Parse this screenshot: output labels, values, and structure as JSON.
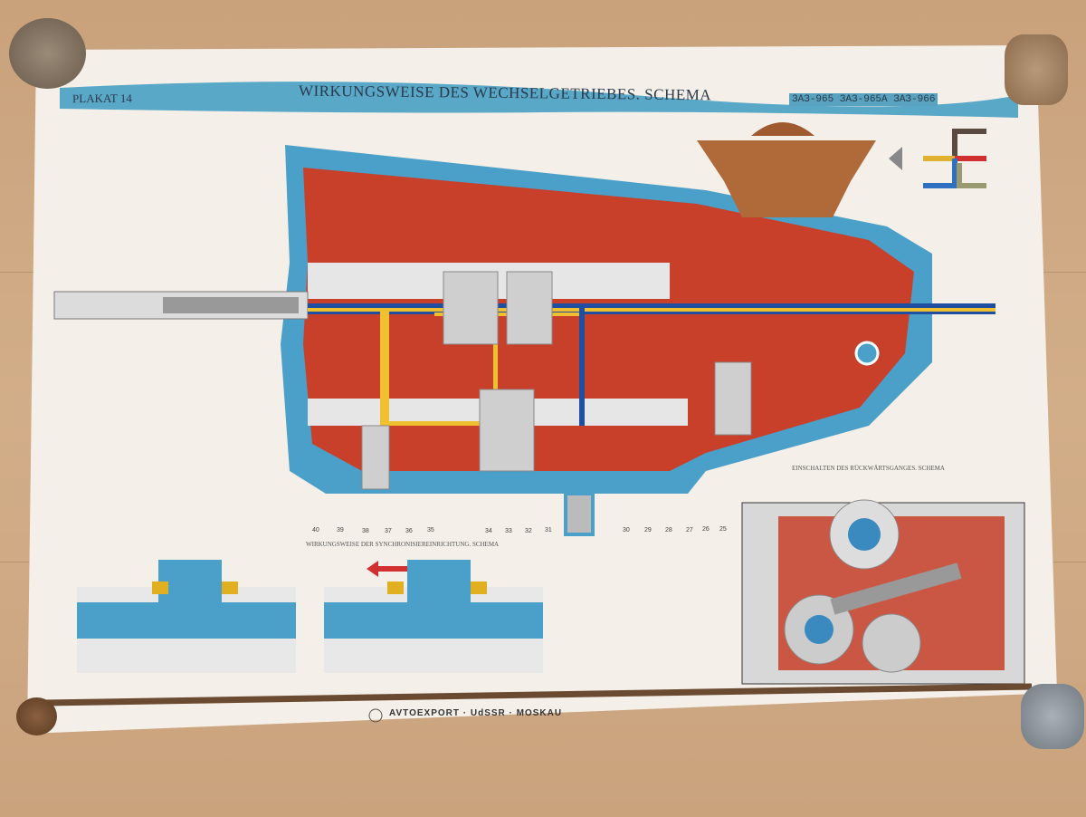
{
  "poster": {
    "plate_label": "PLAKAT 14",
    "title": "WIRKUNGSWEISE DES WECHSELGETRIEBES. SCHEMA",
    "model_label": "ЗАЗ-965 ЗАЗ-965А ЗАЗ-966",
    "caption_synchronizer": "WIRKUNGSWEISE DER SYNCHRONISIEREINRICHTUNG. SCHEMA",
    "caption_reverse": "EINSCHALTEN DES RÜCKWÄRTSGANGES. SCHEMA",
    "footer": "AVTOEXPORT · UdSSR · MOSKAU",
    "bottom_callouts": [
      "40",
      "39",
      "38",
      "37",
      "36",
      "35",
      "34",
      "33",
      "32",
      "31",
      "30",
      "29",
      "28",
      "27",
      "26",
      "25"
    ]
  },
  "colors": {
    "banner": "#5aa8c8",
    "housing": "#c8402a",
    "steel": "#4aa0c8",
    "bronze": "#b06a3a",
    "paper": "#f4efe8"
  }
}
